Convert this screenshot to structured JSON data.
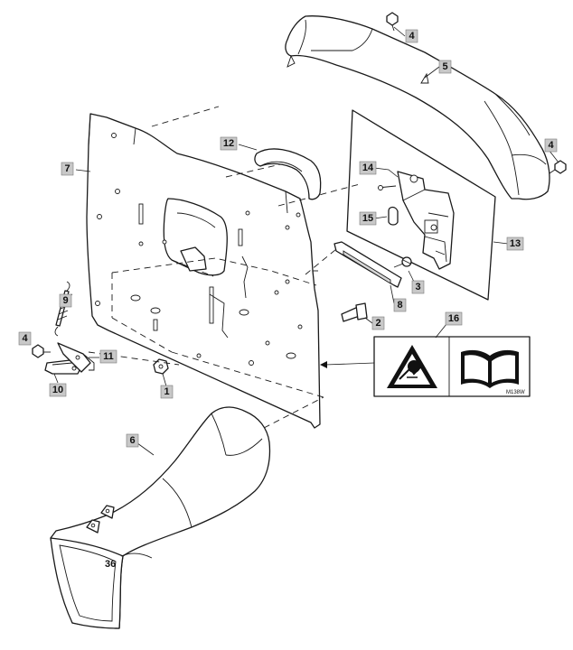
{
  "callouts": {
    "c1": "1",
    "c2": "2",
    "c3": "3",
    "c4a": "4",
    "c4b": "4",
    "c4c": "4",
    "c5": "5",
    "c6": "6",
    "c7": "7",
    "c8": "8",
    "c9": "9",
    "c10": "10",
    "c11": "11",
    "c12": "12",
    "c13": "13",
    "c14": "14",
    "c15": "15",
    "c16": "16"
  },
  "decal": {
    "code": "M138W"
  },
  "chute": {
    "mark": "36"
  },
  "icons": [
    "warning-triangle-icon",
    "manual-book-icon"
  ]
}
